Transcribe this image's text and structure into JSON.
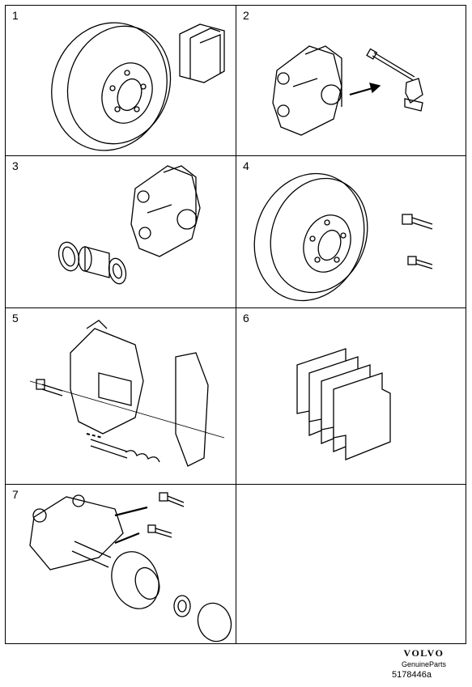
{
  "panels": [
    {
      "number": "1"
    },
    {
      "number": "2"
    },
    {
      "number": "3"
    },
    {
      "number": "4"
    },
    {
      "number": "5"
    },
    {
      "number": "6"
    },
    {
      "number": "7"
    },
    {
      "number": ""
    }
  ],
  "brand": {
    "logo": "VOLVO",
    "sub": "GenuineParts"
  },
  "figure_number": "5178446a"
}
